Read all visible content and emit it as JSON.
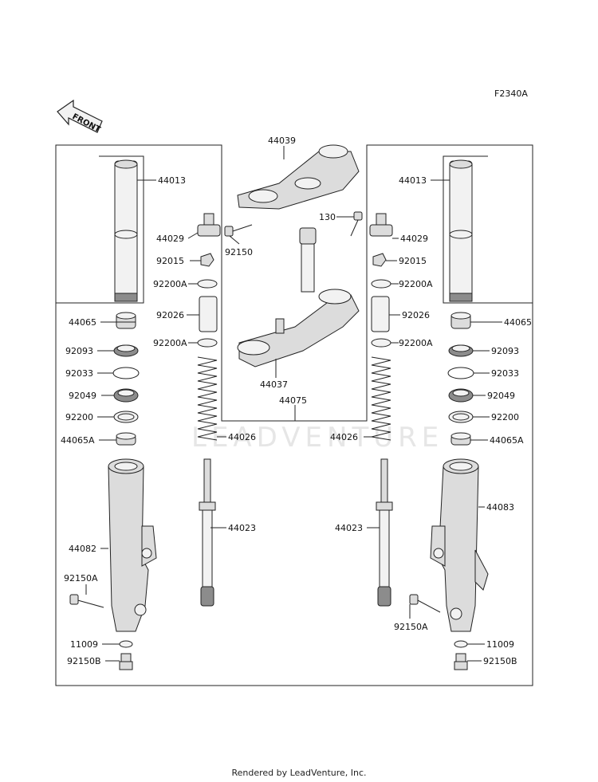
{
  "figure_code": "F2340A",
  "front_label": "FRONT",
  "watermark": "LEADVENTURE",
  "footer": "Rendered by LeadVenture, Inc.",
  "labels": {
    "l_44013": "44013",
    "l_44029": "44029",
    "l_92015": "92015",
    "l_92200A_1": "92200A",
    "l_92026": "92026",
    "l_92200A_2": "92200A",
    "l_44065": "44065",
    "l_92093": "92093",
    "l_92033": "92033",
    "l_92049": "92049",
    "l_92200": "92200",
    "l_44065A": "44065A",
    "l_44026": "44026",
    "l_44023": "44023",
    "l_44082": "44082",
    "l_92150A": "92150A",
    "l_11009": "11009",
    "l_92150B": "92150B",
    "r_44013": "44013",
    "r_44029": "44029",
    "r_92015": "92015",
    "r_92200A_1": "92200A",
    "r_92026": "92026",
    "r_92200A_2": "92200A",
    "r_44065": "44065",
    "r_92093": "92093",
    "r_92033": "92033",
    "r_92049": "92049",
    "r_92200": "92200",
    "r_44065A": "44065A",
    "r_44026": "44026",
    "r_44023": "44023",
    "r_44083": "44083",
    "r_92150A": "92150A",
    "r_11009": "11009",
    "r_92150B": "92150B",
    "c_44039": "44039",
    "c_130": "130",
    "c_92150": "92150",
    "c_44037": "44037",
    "c_44075": "44075"
  }
}
